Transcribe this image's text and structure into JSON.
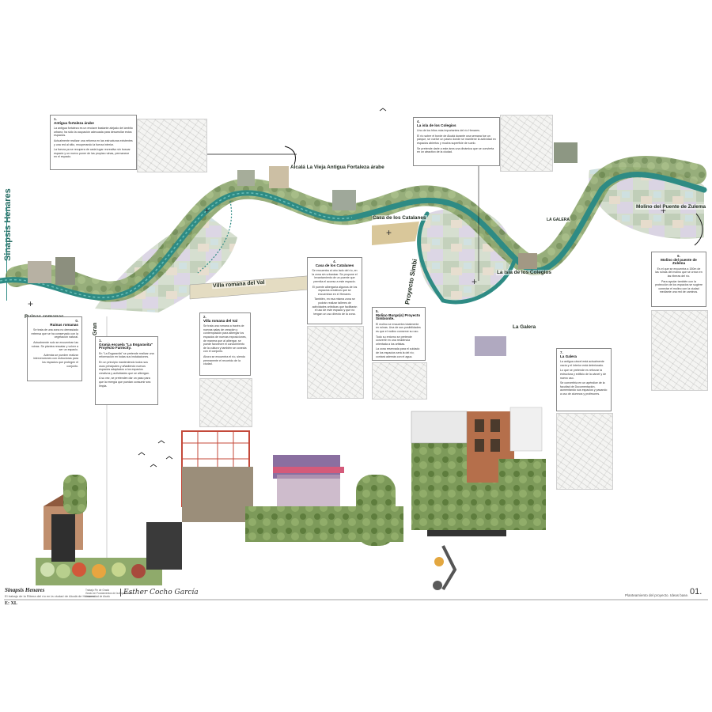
{
  "sidebar": {
    "title": "Sinapsis Henares"
  },
  "colors": {
    "river": "#2e8b84",
    "river_light": "#6cc0b8",
    "text": "#1f2a1f",
    "land_ochre": "#d9c79a"
  },
  "map_labels": {
    "alcala": "Alcalá La Vieja Antigua Fortaleza árabe",
    "casa_catalanes": "Casa de los Catalanes",
    "isla_colegios": "La isla de los Colegios",
    "galera_upper": "LA GALERA",
    "molino_zulema": "Molino del Puente de Zulema",
    "villa_val": "Villa romana del Val",
    "ruinas": "Ruinas romanas",
    "proyecto": "Proyecto Simbi",
    "galera_lower": "La Galera",
    "granja": "Gran"
  },
  "cards": {
    "fortaleza": {
      "num": "1.",
      "title": "Antigua fortaleza árabe",
      "paragraphs": [
        "La antigua fortaleza es un enclave bastante alejado del ámbito urbano; ha sido la ocupación adecuada para desarrollar estos espacios.",
        "Actualmente realizar una reforma en las estructuras existentes y una red al sitio, recuperando la fuerza interior.",
        "La fuerza ya se recupera de cada lugar recreativo sin buscar espacio y un nuevo poner de las propias ruinas, permanece en el espacio."
      ]
    },
    "colegios": {
      "num": "4.",
      "title": "La isla de los Colegios",
      "paragraphs": [
        "Uno de los hitos más importantes del río Henares.",
        "El río sobre el borde de Alcalá durante una semana fue un parque, se vuelve un paseo donde se mantiene la actividad en espacios abiertos y mucha superficie de suelo.",
        "Se pretende darle a este área una dinámica que se convierta en un atractivo de la ciudad."
      ]
    },
    "catalanes": {
      "num": "4.",
      "title": "Casa de los Catalanes",
      "paragraphs": [
        "Se encuentra al otro lado del río, en la zona sin urbanizar. Se propone el levantamiento de un puente que permita el acceso a este espacio.",
        "El puente albergaría algunos de los espacios creativos que se encuentran en el Henares.",
        "También, en esa misma zona se podrán realizar talleres de actividades artísticas que facilitarán el uso de este espacio y que no tengan un uso directo de la zona."
      ]
    },
    "zulema": {
      "num": "6.",
      "title": "Molino del puente de Zulema",
      "paragraphs": [
        "Es el que se encuentra a 150m de las ruinas del molino que se crean en las riberas del río.",
        "Para ayudar también con la protección de los espacios se sugiere conectar el molino con la ciudad mediante una red de caminos."
      ]
    },
    "ruinas": {
      "num": "0.",
      "title": "Ruinas romanas",
      "paragraphs": [
        "Se trata de una zona no demasiado extensa que se ha conservado con la vegetación natural.",
        "Actualmente solo se encuentran las ruinas. Se plantea rescatar y volver a ser un espacio.",
        "Además se pueden realizar intervenciones con estructuras para los espacios que protegen el conjunto."
      ]
    },
    "granja": {
      "num": "1.",
      "title": "Granja escuela \"La Esgaravita\" Proyecto Farmcity.",
      "paragraphs": [
        "En \"La Esgaravita\" se pretende realizar una reformación en todas sus instalaciones.",
        "En un principio manteniendo todos sus usos principales y añadiendo nuevos espacios adaptados a los espacios creativos y actividades que se albergan.",
        "A su vez, se pretenden dar un paso para que la energía que puedan consumir sea limpia."
      ]
    },
    "villa": {
      "num": "2.",
      "title": "Villa romana del Val",
      "paragraphs": [
        "Se trata una romana a través de nuevas salas de creación y contemplación para albergar los espacios de nuevas exposiciones, de manera que al albergar, se puede favorecer el conocimiento de la cultura y también se conecta con el conjunto.",
        "Ahora se encuentra el río, siendo permanente el recorrido de la ciudad."
      ]
    },
    "burgos": {
      "num": "5.",
      "title": "Molino Burgo(s) Proyecto Simbionte.",
      "paragraphs": [
        "El molino se encuentra totalmente en ruinas. Una de sus posibilidades es que el molino conserve su uso.",
        "Todo su entorno se pretende convertir en una residencia orientada a los artistas.",
        "La zona reservada para el cuidado de los espacios será la del río; contará además con el agua."
      ]
    },
    "galera": {
      "num": "7.",
      "title": "La Galera",
      "paragraphs": [
        "La antigua cárcel está actualmente vacía y el interior está deteriorado.",
        "Lo que se pretende es reforzar la estructura y edificio de la cárcel y de nuevo uso.",
        "Se convertiría en un apéndice de la facultad de Documentación, aumentando sus espacios y pasando a uso de alumnos y profesores."
      ]
    }
  },
  "footer": {
    "project_title": "Sinapsis Henares",
    "project_subtitle": "El trabajo de la Ribera del río en la ciudad de Alcalá de Henares",
    "scale": "E: XL",
    "signature": "Esther Cocho García",
    "small_info": [
      "Trabajo Fin de Grado",
      "Grado en Fundamentos de la Arquitectura",
      "Universidad de Alcalá"
    ],
    "right_title": "Planteamiento del proyecto. Ideas base.",
    "page_number": "01."
  }
}
